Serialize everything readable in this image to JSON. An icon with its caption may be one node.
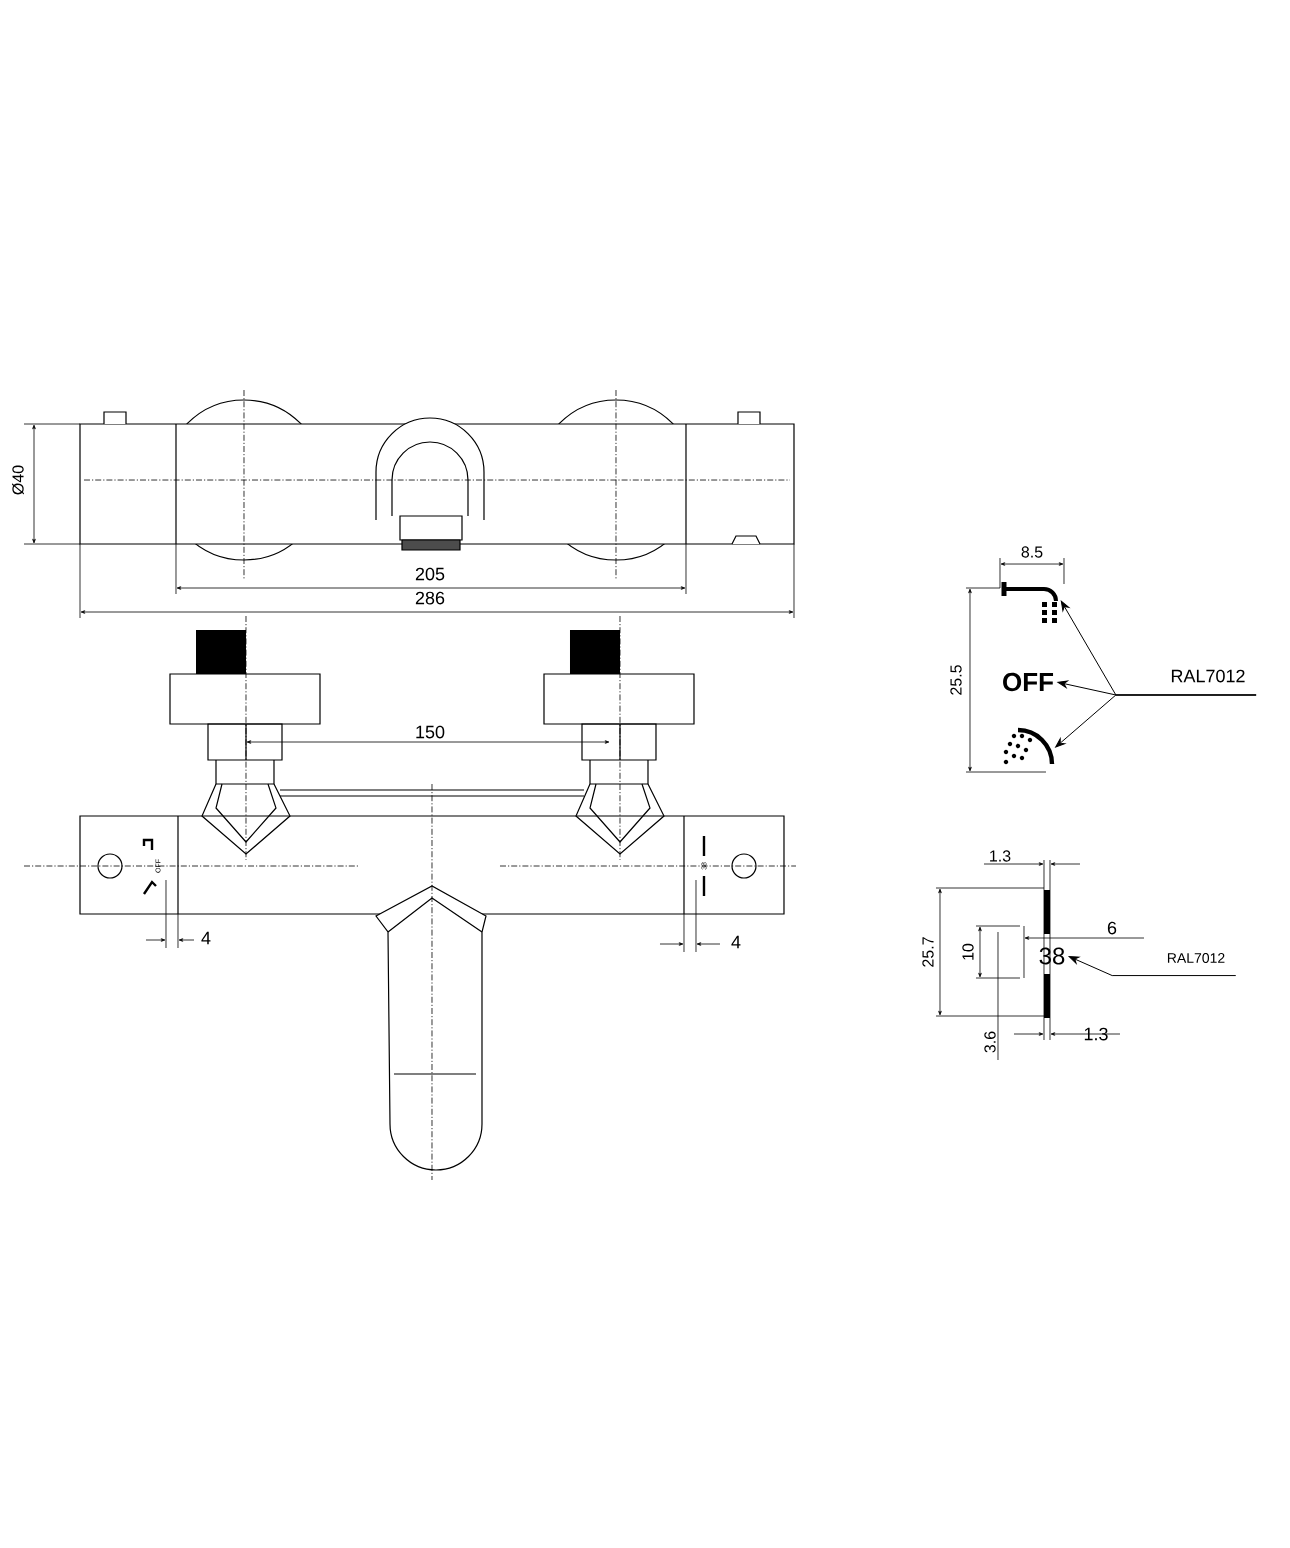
{
  "diagram": {
    "nodes": [
      {
        "text": [],
        "shape": "picture"
      },
      {
        "text": [
          "OFF"
        ]
      },
      {
        "text": [],
        "shape": "picture"
      },
      {
        "text": [
          "RAL7012"
        ]
      },
      {
        "text": [
          "38"
        ]
      },
      {
        "text": [
          "RAL7012"
        ]
      }
    ],
    "edges": [
      {
        "from": 3,
        "to": 0,
        "arrow": "to"
      },
      {
        "from": 3,
        "to": 1,
        "arrow": "to"
      },
      {
        "from": 3,
        "to": 2,
        "arrow": "to"
      },
      {
        "from": 5,
        "to": 4,
        "arrow": "to"
      }
    ],
    "labels": [
      "Ø40",
      "205",
      "286",
      "150",
      "OFF",
      "38",
      "4",
      "4",
      "8.5",
      "25.5",
      "1.3",
      "25.7",
      "10",
      "6",
      "3.6",
      "1.3"
    ]
  }
}
